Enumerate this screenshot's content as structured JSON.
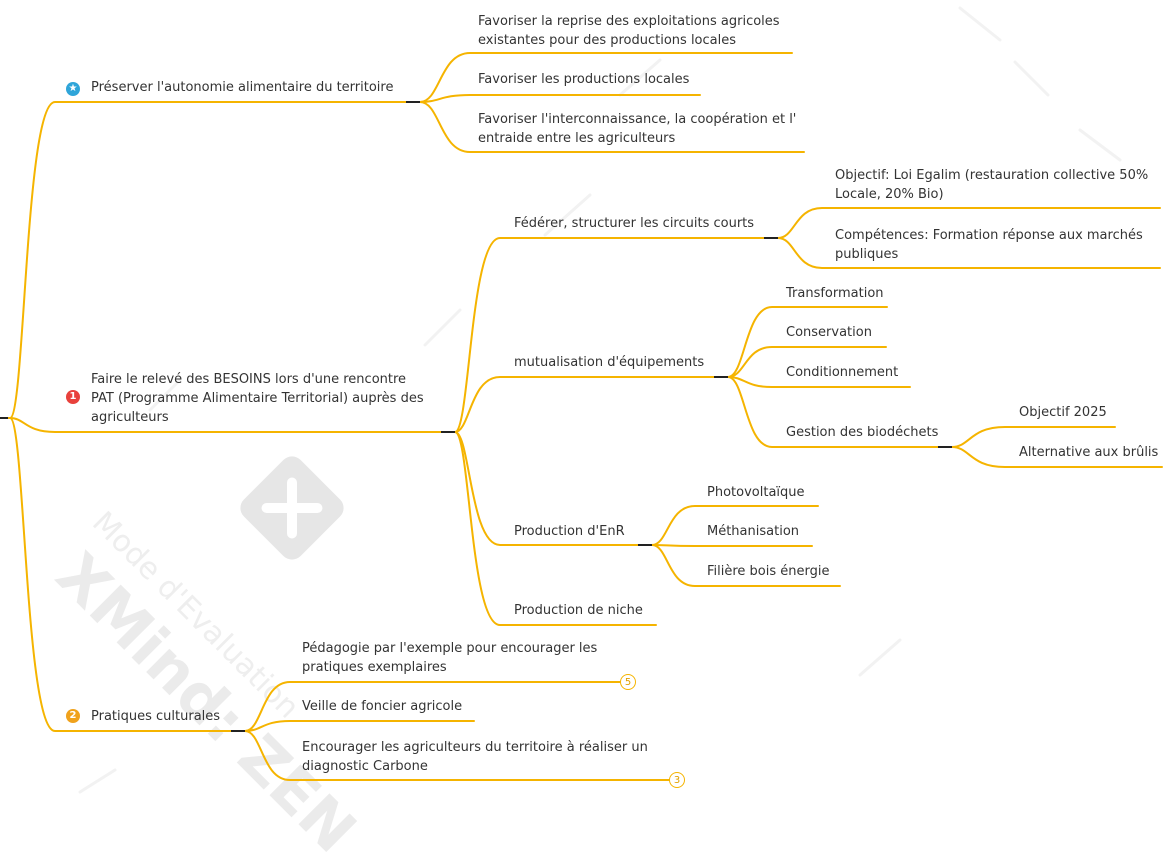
{
  "colors": {
    "branch": "#F5B400",
    "star_badge": "#2FA5D9",
    "priority1": "#E8413C",
    "priority2": "#F0A21C",
    "watermark": "#EAEAEA"
  },
  "watermark": {
    "brand": "XMind: ZEN",
    "mode": "Mode d'Evaluation"
  },
  "branches": {
    "b1": {
      "label": "Préserver l'autonomie alimentaire du territoire",
      "icon": "star-badge-icon",
      "children": [
        {
          "line1": "Favoriser la reprise des exploitations agricoles",
          "line2": "existantes pour des productions locales"
        },
        {
          "line1": "Favoriser les productions locales"
        },
        {
          "line1": "Favoriser l'interconnaissance, la coopération et l'",
          "line2": "entraide entre les agriculteurs"
        }
      ]
    },
    "b2": {
      "line1": "Faire le relevé des BESOINS lors d'une rencontre",
      "line2": "PAT (Programme Alimentaire Territorial) auprès des",
      "line3": "agriculteurs",
      "badge": "1",
      "icon": "priority-1-icon",
      "federer": {
        "label": "Fédérer, structurer les circuits courts",
        "children": [
          {
            "line1": "Objectif: Loi Egalim (restauration collective 50%",
            "line2": "Locale, 20% Bio)"
          },
          {
            "line1": "Compétences: Formation réponse aux marchés",
            "line2": "publiques"
          }
        ]
      },
      "mutualisation": {
        "label": "mutualisation d'équipements",
        "children": [
          {
            "label": "Transformation"
          },
          {
            "label": "Conservation"
          },
          {
            "label": "Conditionnement"
          },
          {
            "label": "Gestion des biodéchets",
            "children": [
              {
                "label": "Objectif 2025"
              },
              {
                "label": "Alternative aux brûlis"
              }
            ]
          }
        ]
      },
      "enr": {
        "label": "Production d'EnR",
        "children": [
          {
            "label": "Photovoltaïque"
          },
          {
            "label": "Méthanisation"
          },
          {
            "label": "Filière bois énergie"
          }
        ]
      },
      "niche": {
        "label": "Production de niche"
      }
    },
    "b3": {
      "label": "Pratiques culturales",
      "badge": "2",
      "icon": "priority-2-icon",
      "children": [
        {
          "line1": "Pédagogie par l'exemple pour encourager les",
          "line2": "pratiques exemplaires",
          "count": "5"
        },
        {
          "line1": "Veille de foncier agricole"
        },
        {
          "line1": "Encourager les agriculteurs du territoire à réaliser un",
          "line2": "diagnostic Carbone",
          "count": "3"
        }
      ]
    }
  }
}
